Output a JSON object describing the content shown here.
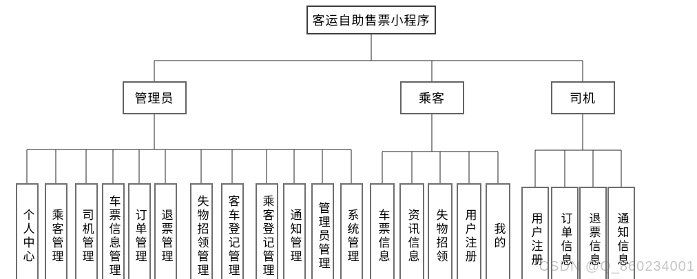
{
  "watermark": "CSDN @Q_860234001",
  "colors": {
    "line": "#222222",
    "box_border": "#6e6e6e",
    "text": "#000000",
    "watermark": "#c6c6c6",
    "background": "#ffffff"
  },
  "diagram": {
    "root": "客运自助售票小程序",
    "branches": [
      {
        "label": "管理员",
        "children": [
          "个人中心",
          "乘客管理",
          "司机管理",
          "车票信息管理",
          "订单管理",
          "退票管理",
          "失物招领管理",
          "客车登记管理",
          "乘客登记管理",
          "通知管理",
          "管理员管理",
          "系统管理"
        ]
      },
      {
        "label": "乘客",
        "children": [
          "车票信息",
          "资讯信息",
          "失物招领",
          "用户注册",
          "我的"
        ]
      },
      {
        "label": "司机",
        "children": [
          "用户注册",
          "订单信息",
          "退票信息",
          "通知信息"
        ]
      }
    ]
  }
}
